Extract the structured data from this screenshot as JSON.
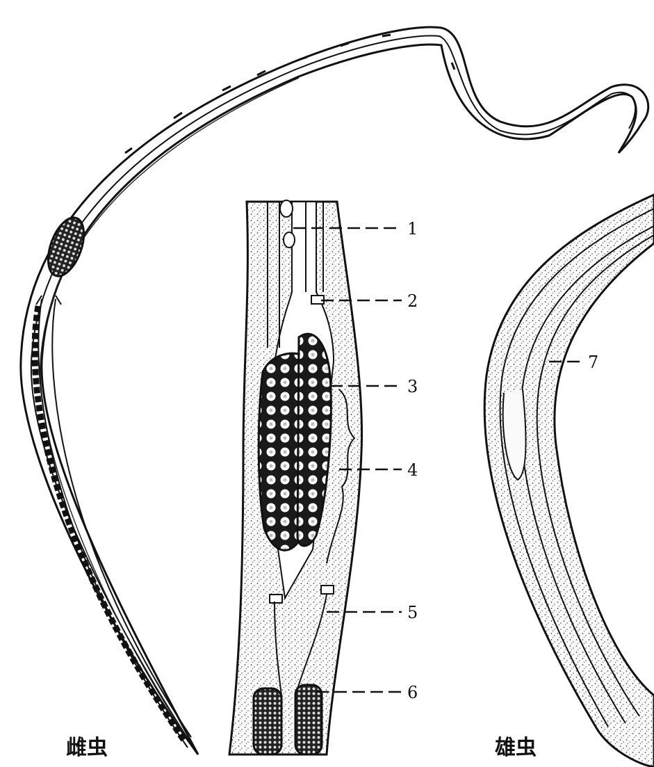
{
  "figure": {
    "captions": {
      "female": "雌虫",
      "male": "雄虫"
    },
    "labels": [
      {
        "id": "1",
        "text": "1"
      },
      {
        "id": "2",
        "text": "2"
      },
      {
        "id": "3",
        "text": "3"
      },
      {
        "id": "4",
        "text": "4"
      },
      {
        "id": "5",
        "text": "5"
      },
      {
        "id": "6",
        "text": "6"
      },
      {
        "id": "7",
        "text": "7"
      }
    ]
  }
}
